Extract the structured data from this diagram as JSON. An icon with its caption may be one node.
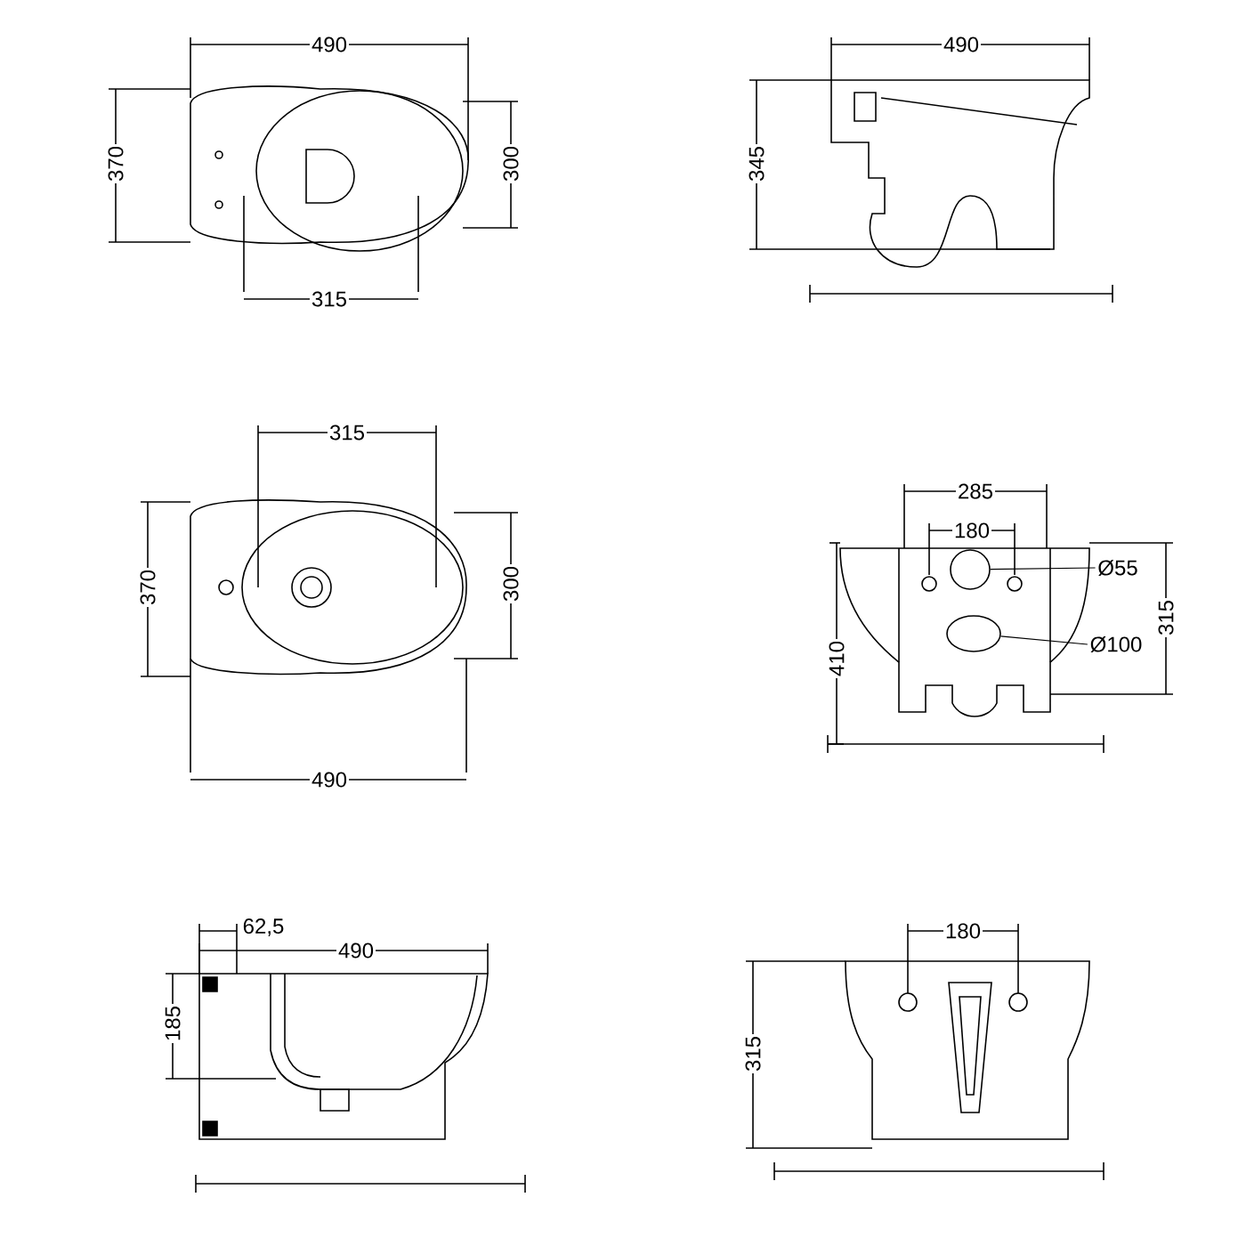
{
  "diagram": {
    "nodes": [
      {
        "text": [
          "Ø55"
        ]
      },
      {
        "text": [],
        "shape": "circle"
      },
      {
        "text": [
          "Ø100"
        ]
      },
      {
        "text": [],
        "shape": "circle"
      }
    ],
    "edges": [
      {
        "from": 0,
        "to": 1,
        "arrow": "none"
      },
      {
        "from": 2,
        "to": 3,
        "arrow": "none"
      }
    ],
    "labels": [
      "490",
      "490",
      "370",
      "300",
      "345",
      "315",
      "315",
      "370",
      "300",
      "490",
      "285",
      "180",
      "410",
      "315",
      "62,5",
      "490",
      "180",
      "185",
      "315"
    ]
  }
}
